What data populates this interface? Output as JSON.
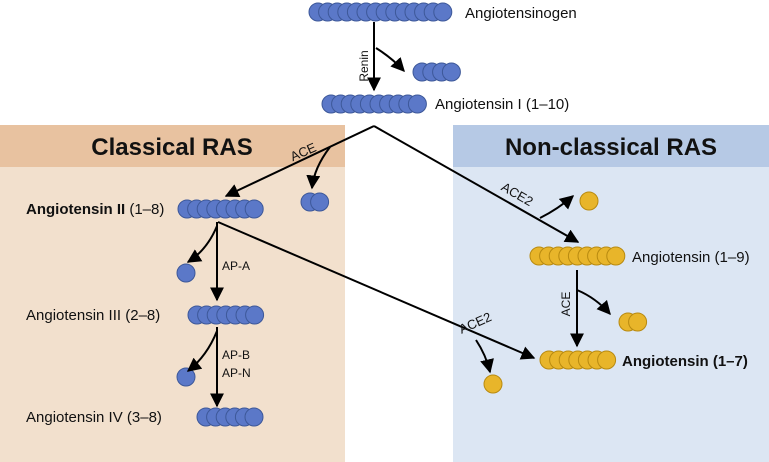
{
  "colors": {
    "classical_panel_bg": "#f2e0cd",
    "classical_header_bg": "#e8c2a0",
    "nonclassical_panel_bg": "#dce6f3",
    "nonclassical_header_bg": "#b6c9e5",
    "blue_bead": "#5b78c8",
    "blue_bead_stroke": "#3d5899",
    "gold_bead": "#e8b52a",
    "gold_bead_stroke": "#b88a10",
    "arrow": "#000000"
  },
  "panels": {
    "classical_title": "Classical RAS",
    "nonclassical_title": "Non-classical RAS"
  },
  "peptides": {
    "angiotensinogen": "Angiotensinogen",
    "ang1_name": "Angiotensin I",
    "ang1_range": "(1–10)",
    "ang2_name": "Angiotensin II",
    "ang2_range": "(1–8)",
    "ang3": "Angiotensin III (2–8)",
    "ang4": "Angiotensin IV (3–8)",
    "ang19": "Angiotensin (1–9)",
    "ang17": "Angiotensin (1–7)"
  },
  "enzymes": {
    "renin": "Renin",
    "ace_classical": "ACE",
    "ace2_top": "ACE2",
    "ap_a": "AP-A",
    "ap_b": "AP-B",
    "ap_n": "AP-N",
    "ace_right": "ACE",
    "ace2_cross": "ACE2"
  }
}
